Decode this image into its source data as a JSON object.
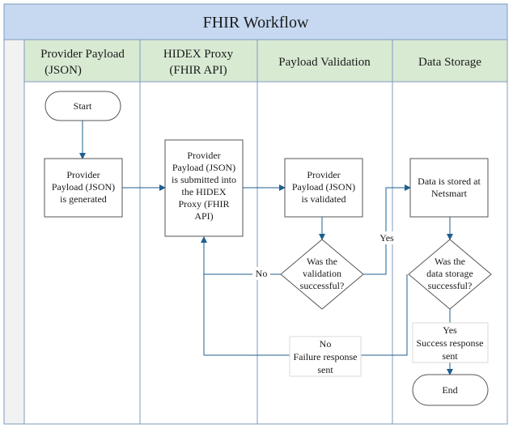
{
  "title": "FHIR Workflow",
  "lanes": [
    {
      "line1": "Provider Payload",
      "line2": "(JSON)"
    },
    {
      "line1": "HIDEX Proxy",
      "line2": "(FHIR API)"
    },
    {
      "line1": "Payload Validation",
      "line2": ""
    },
    {
      "line1": "Data Storage",
      "line2": ""
    }
  ],
  "nodes": {
    "start": "Start",
    "generated": [
      "Provider",
      "Payload (JSON)",
      "is generated"
    ],
    "submitted": [
      "Provider",
      "Payload (JSON)",
      "is submitted into",
      "the HIDEX",
      "Proxy (FHIR",
      "API)"
    ],
    "validated": [
      "Provider",
      "Payload (JSON)",
      "is validated"
    ],
    "stored": [
      "Data is stored at",
      "Netsmart"
    ],
    "decision_validation": [
      "Was the",
      "validation",
      "successful?"
    ],
    "decision_storage": [
      "Was the",
      "data storage",
      "successful?"
    ],
    "end": "End"
  },
  "labels": {
    "no_validation": "No",
    "yes_validation": "Yes",
    "no_storage": "No",
    "failure_response": [
      "Failure response",
      "sent"
    ],
    "yes_storage": "Yes",
    "success_response": [
      "Success response",
      "sent"
    ]
  },
  "colors": {
    "title_bg": "#c6d9f1",
    "header_bg": "#d9ead3",
    "border": "#7f9bbf",
    "arrow": "#1f5f8f"
  }
}
